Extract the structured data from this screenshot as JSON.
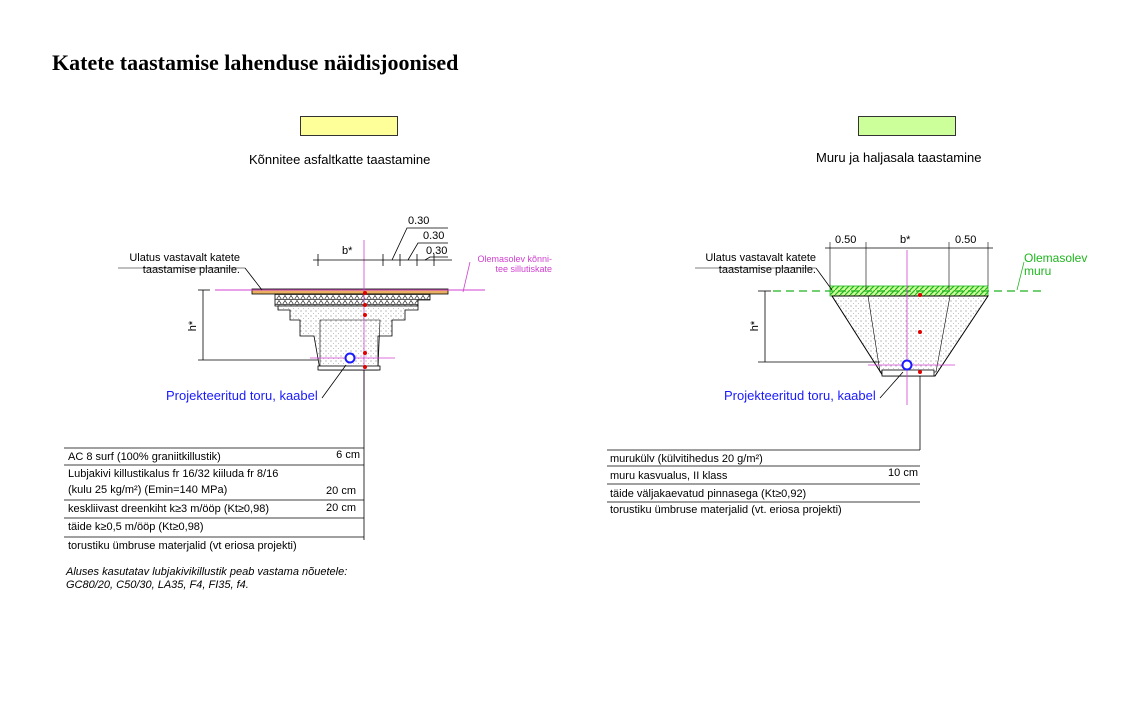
{
  "title": "Katete taastamise lahenduse näidisjoonised",
  "colors": {
    "asphalt_swatch": "#ffff99",
    "grass_swatch": "#ccff99",
    "pipe": "#1a1aff",
    "marker": "#e00000",
    "existing_surface": "#d040d0",
    "existing_grass": "#1fb51f"
  },
  "left": {
    "caption": "Kõnnitee asfaltkatte taastamine",
    "extent_label": "Ulatus vastavalt katete taastamise plaanile.",
    "extent_line1": "Ulatus vastavalt katete",
    "extent_line2": "taastamise plaanile.",
    "existing_line1": "Olemasolev kõnni-",
    "existing_line2": "tee sillutiskate",
    "pipe_label": "Projekteeritud toru, kaabel",
    "dims": {
      "b": "b*",
      "h": "h*",
      "d1": "0.30",
      "d2": "0.30",
      "d3": "0.30"
    },
    "layers": [
      {
        "text": "AC 8 surf (100% graniitkillustik)",
        "value": "6 cm"
      },
      {
        "text": "Lubjakivi killustikalus fr 16/32 kiiluda fr 8/16",
        "value": ""
      },
      {
        "text": "(kulu 25 kg/m²) (Emin=140 MPa)",
        "value": "20 cm"
      },
      {
        "text": "keskliivast dreenkiht k≥3 m/ööp (Kt≥0,98)",
        "value": "20 cm"
      },
      {
        "text": "täide k≥0,5 m/ööp (Kt≥0,98)",
        "value": ""
      },
      {
        "text": "torustiku ümbruse materjalid (vt eriosa projekti)",
        "value": ""
      }
    ],
    "note_line1": "Aluses kasutatav lubjakivikillustik peab vastama nõuetele:",
    "note_line2": "GC80/20, C50/30, LA35, F4, FI35, f4."
  },
  "right": {
    "caption": "Muru ja haljasala taastamine",
    "extent_line1": "Ulatus vastavalt katete",
    "extent_line2": "taastamise plaanile.",
    "existing_line1": "Olemasolev",
    "existing_line2": "muru",
    "pipe_label": "Projekteeritud toru, kaabel",
    "dims": {
      "b": "b*",
      "h": "h*",
      "d1": "0.50",
      "d2": "0.50"
    },
    "layers": [
      {
        "text": "murukülv (külvitihedus 20 g/m²)",
        "value": ""
      },
      {
        "text": "muru kasvualus, II klass",
        "value": "10 cm"
      },
      {
        "text": "täide väljakaevatud pinnasega (Kt≥0,92)",
        "value": ""
      },
      {
        "text": "torustiku ümbruse materjalid (vt. eriosa projekti)",
        "value": ""
      }
    ]
  }
}
